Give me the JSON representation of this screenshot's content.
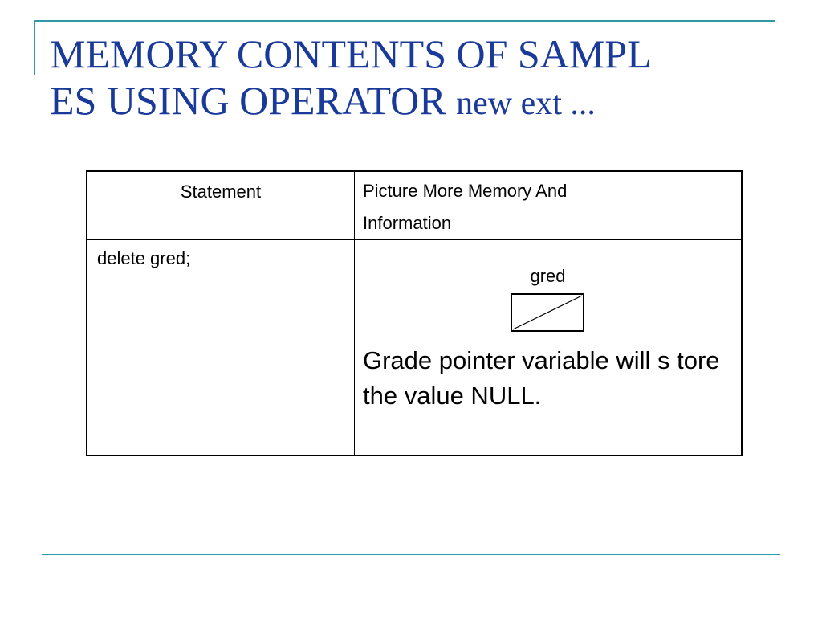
{
  "slide": {
    "title_line1": "MEMORY CONTENTS OF SAMPL",
    "title_line2": "ES USING OPERATOR",
    "title_tail": "new ext ...",
    "accent_color": "#2e9aa8",
    "title_color": "#1a3a9a"
  },
  "table": {
    "header_statement": "Statement",
    "header_picture_line1": "Picture More Memory And",
    "header_picture_line2": "Information",
    "row": {
      "statement": "delete gred;",
      "variable_label": "gred",
      "description": "Grade pointer variable will s tore the value NULL."
    }
  }
}
